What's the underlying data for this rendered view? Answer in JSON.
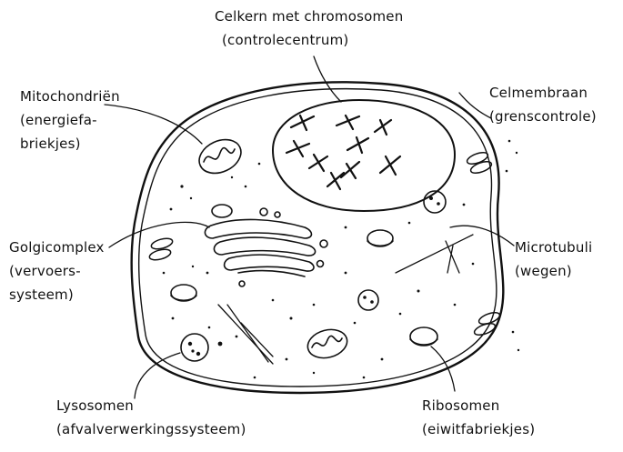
{
  "labels": {
    "nucleus": {
      "line1": "Celkern met chromosomen",
      "line2": "(controlecentrum)"
    },
    "mitochondria": {
      "line1": "Mitochondriën",
      "line2": "(energiefa-",
      "line3": "briekjes)"
    },
    "membrane": {
      "line1": "Celmembraan",
      "line2": "(grenscontrole)"
    },
    "golgi": {
      "line1": "Golgicomplex",
      "line2": "(vervoers-",
      "line3": "systeem)"
    },
    "microtubuli": {
      "line1": "Microtubuli",
      "line2": "(wegen)"
    },
    "lysosomes": {
      "line1": "Lysosomen",
      "line2": "(afvalverwerkingssysteem)"
    },
    "ribosomes": {
      "line1": "Ribosomen",
      "line2": "(eiwitfabriekjes)"
    }
  },
  "colors": {
    "ink": "#111111",
    "background": "#ffffff"
  }
}
